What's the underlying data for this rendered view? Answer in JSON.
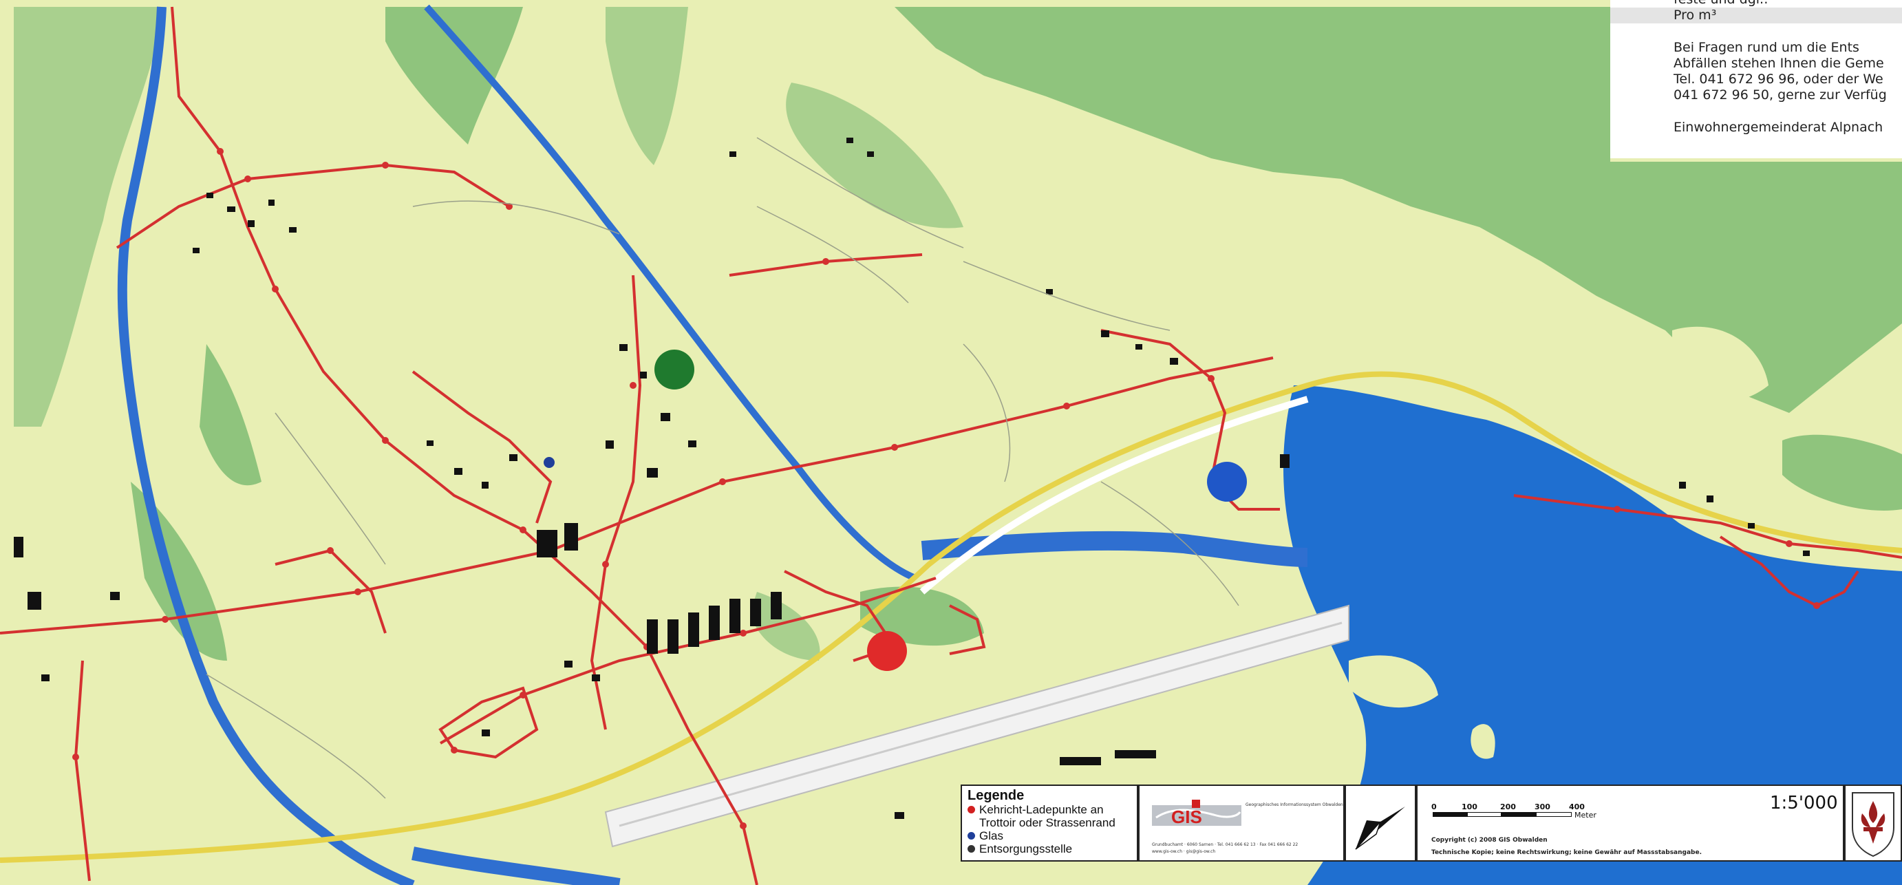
{
  "info_panel": {
    "lines": [
      "feste und dgl.:",
      "Pro m³",
      "",
      "Bei Fragen rund um die Ents",
      "Abfällen stehen Ihnen die Geme",
      "Tel. 041 672 96 96, oder der We",
      "041 672 96 50, gerne zur Verfüg",
      "",
      "Einwohnergemeinderat Alpnach"
    ]
  },
  "legend": {
    "title": "Legende",
    "items": [
      {
        "label": "Kehricht-Ladepunkte an Trottoir oder Strassenrand",
        "color": "#d22020"
      },
      {
        "label": "Glas",
        "color": "#1f3f9a"
      },
      {
        "label": "Entsorgungsstelle",
        "color": "#333333"
      }
    ]
  },
  "publisher": {
    "logo_text": "GIS",
    "name": "Geographisches Informationssystem Obwalden",
    "address": "Grundbuchamt · 6060 Sarnen · Tel. 041 666 62 13 · Fax 041 666 62 22",
    "web": "www.gis-ow.ch · gis@gis-ow.ch"
  },
  "scale": {
    "ticks": [
      "0",
      "100",
      "200",
      "300",
      "400"
    ],
    "unit": "Meter",
    "ratio": "1:5'000",
    "copyright": "Copyright (c) 2008 GIS Obwalden",
    "disclaimer": "Technische Kopie; keine Rechtswirkung; keine Gewähr auf Massstabsangabe."
  },
  "markers": [
    {
      "name": "green-dot",
      "color": "#1f7a2e"
    },
    {
      "name": "blue-dot",
      "color": "#1f57c8"
    },
    {
      "name": "red-dot",
      "color": "#e02a2a"
    }
  ],
  "colors": {
    "land": "#e8efb4",
    "forest": "#8fc47d",
    "lake": "#1f6fd0",
    "river": "#2f6fd0",
    "route": "#d43030",
    "road": "#e6d34a"
  }
}
